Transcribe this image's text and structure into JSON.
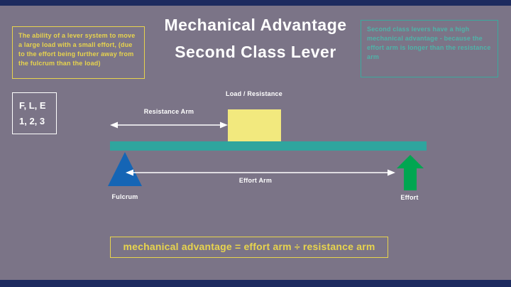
{
  "title": {
    "line1": "Mechanical Advantage",
    "line2": "Second Class Lever"
  },
  "notes": {
    "left": "The ability of a lever system to move a large load with a small effort, (due to the effort being further away from the fulcrum than the load)",
    "right": "Second class levers have a high mechanical advantage - because the effort arm is longer than the resistance arm"
  },
  "fle": {
    "line1": "F, L, E",
    "line2": "1, 2, 3"
  },
  "diagram": {
    "load_label": "Load / Resistance",
    "resistance_arm_label": "Resistance Arm",
    "effort_arm_label": "Effort Arm",
    "fulcrum_label": "Fulcrum",
    "effort_label": "Effort"
  },
  "formula": "mechanical advantage = effort arm ÷ resistance arm",
  "colors": {
    "background": "#7b7487",
    "navy_strip": "#1d2b5f",
    "accent_yellow": "#e8d44d",
    "accent_teal": "#3aaa9e",
    "beam_teal": "#2fa59e",
    "load_yellow": "#f2e97e",
    "fulcrum_blue": "#1565b5",
    "effort_green": "#00a651",
    "label_white": "#ffffff"
  }
}
